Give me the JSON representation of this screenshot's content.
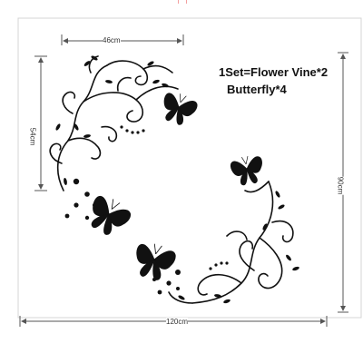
{
  "product": {
    "title_line_1": "1Set=Flower Vine*2",
    "title_line_2": "Butterfly*4"
  },
  "dimensions": {
    "top_width": "46cm",
    "left_height": "54cm",
    "bottom_width": "120cm",
    "right_height": "90cm"
  },
  "colors": {
    "ink": "#111111",
    "dimension_line": "#555555",
    "frame": "#cccccc"
  }
}
